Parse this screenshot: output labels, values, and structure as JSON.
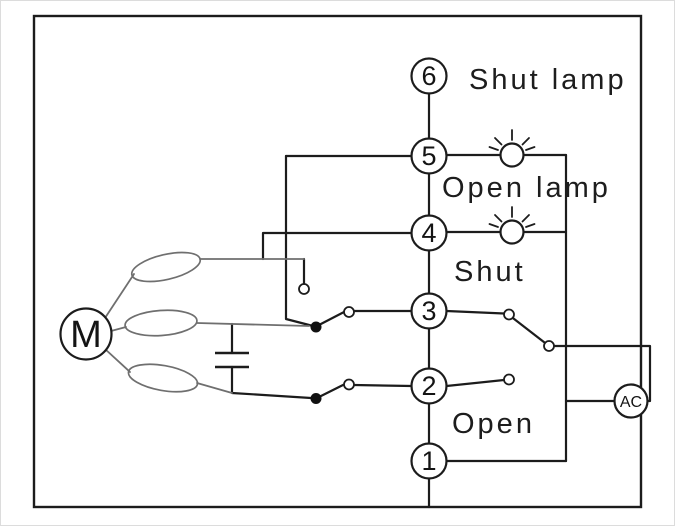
{
  "diagram": {
    "type": "valve-actuator-wiring-diagram",
    "terminals": [
      "6",
      "5",
      "4",
      "3",
      "2",
      "1"
    ],
    "labels": {
      "shut_lamp": "Shut lamp",
      "open_lamp": "Open lamp",
      "shut": "Shut",
      "open": "Open"
    },
    "motor_label": "M",
    "power_label": "AC",
    "colors": {
      "wire": "#1c1c1c",
      "coil_wire": "#6f6f6f",
      "background": "#ffffff"
    }
  }
}
